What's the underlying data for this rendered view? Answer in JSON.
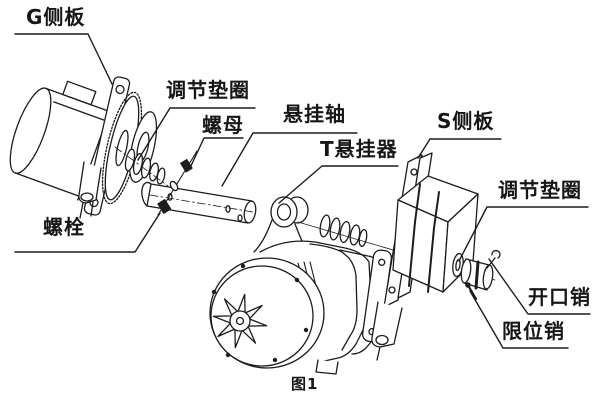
{
  "figure": {
    "caption": "图1",
    "background": "#ffffff",
    "ink_color": "#1c1c1c"
  },
  "labels": {
    "g_side_plate": "G侧板",
    "adjust_washer_left": "调节垫圈",
    "nut": "螺母",
    "suspension_shaft": "悬挂轴",
    "t_hanger": "T悬挂器",
    "s_side_plate": "S侧板",
    "adjust_washer_right": "调节垫圈",
    "cotter_pin": "开口销",
    "limit_pin": "限位销",
    "bolt": "螺栓"
  }
}
